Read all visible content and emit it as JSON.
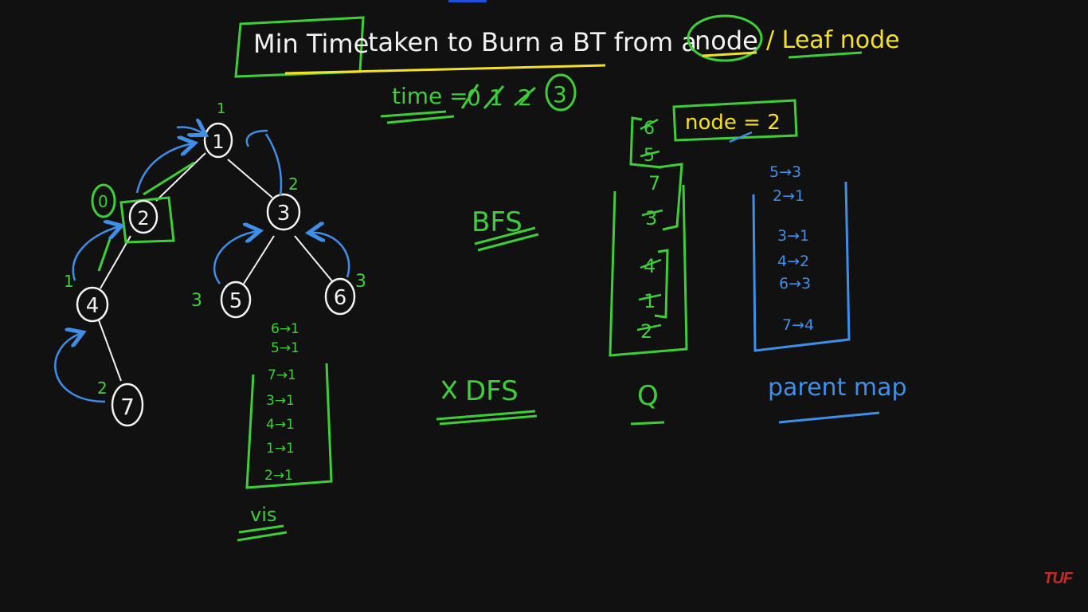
{
  "colors": {
    "background": "#111111",
    "white": "#f2f2f2",
    "green": "#3fce3a",
    "blue": "#3f8ee8",
    "yellow": "#f3e12b",
    "brand": "#c62b2b"
  },
  "title": {
    "part1": "Min Time",
    "part2": "taken to Burn a BT from a",
    "part3": "node",
    "part4": "/ Leaf node"
  },
  "time_line": {
    "label": "time =",
    "crossed": [
      "0",
      "1",
      "2"
    ],
    "result": "3"
  },
  "tree": {
    "nodes": [
      {
        "label": "1",
        "time": "1"
      },
      {
        "label": "2",
        "time": "0"
      },
      {
        "label": "3",
        "time": "2"
      },
      {
        "label": "4",
        "time": "1"
      },
      {
        "label": "5",
        "time": "3"
      },
      {
        "label": "6",
        "time": "3"
      },
      {
        "label": "7",
        "time": "2"
      }
    ]
  },
  "vis": {
    "loose": [
      "6→1",
      "5→1"
    ],
    "boxed": [
      "7→1",
      "3→1",
      "4→1",
      "1→1",
      "2→1"
    ],
    "label": "vis"
  },
  "bfs_label": "BFS",
  "dfs_label": "DFS",
  "queue": {
    "start": "node = 2",
    "items": [
      "6",
      "5",
      "7",
      "3",
      "4",
      "1",
      "2"
    ],
    "label": "Q"
  },
  "parent_map": {
    "items": [
      "5→3",
      "2→1",
      "3→1",
      "4→2",
      "6→3",
      "7→4"
    ],
    "label": "parent map"
  },
  "brand": "TUF"
}
